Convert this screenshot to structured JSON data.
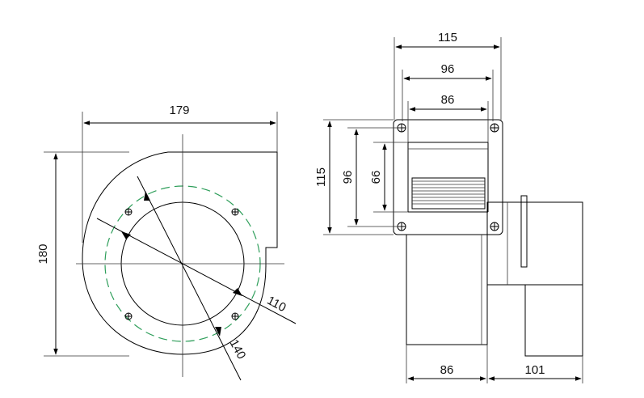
{
  "drawing": {
    "front_view": {
      "width_label": "179",
      "height_label": "180",
      "diameter_inner_label": "110",
      "diameter_bolt_label": "140"
    },
    "side_view": {
      "top_labels": [
        "115",
        "96",
        "86"
      ],
      "left_labels": [
        "115",
        "96",
        "66"
      ],
      "bottom_labels": [
        "86",
        "101"
      ]
    }
  }
}
